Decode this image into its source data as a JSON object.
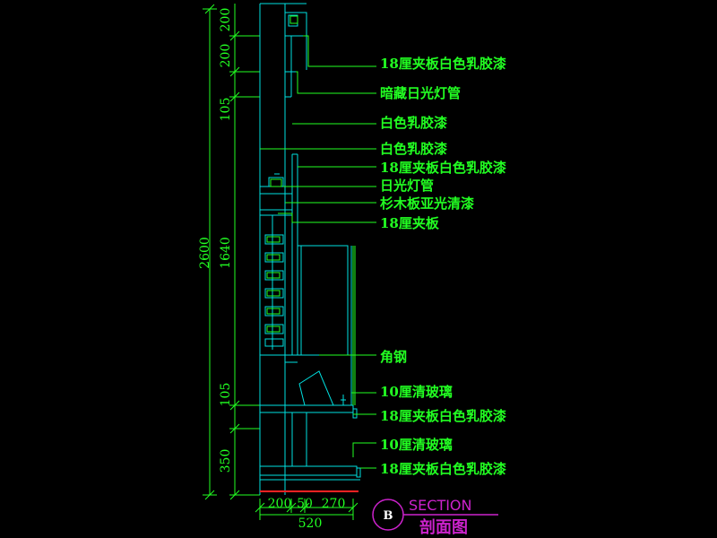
{
  "annotations": [
    "18厘夹板白色乳胶漆",
    "暗藏日光灯管",
    "白色乳胶漆",
    "白色乳胶漆",
    "18厘夹板白色乳胶漆",
    "日光灯管",
    "杉木板亚光清漆",
    "18厘夹板",
    "角钢",
    "10厘清玻璃",
    "18厘夹板白色乳胶漆",
    "10厘清玻璃",
    "18厘夹板白色乳胶漆"
  ],
  "dimensions": {
    "total_height": "2600",
    "segments": [
      "200",
      "200",
      "105",
      "1640",
      "105",
      "350"
    ],
    "bottom": [
      "200",
      "50",
      "270"
    ],
    "bottom_total": "520"
  },
  "section": {
    "tag": "B",
    "title": "SECTION",
    "subtitle": "剖面图"
  },
  "colors": {
    "background": "#000000",
    "annotation": "#22ff22",
    "outline": "#00e0e0",
    "section_mark": "#cc22cc",
    "floor": "#ff2222"
  }
}
